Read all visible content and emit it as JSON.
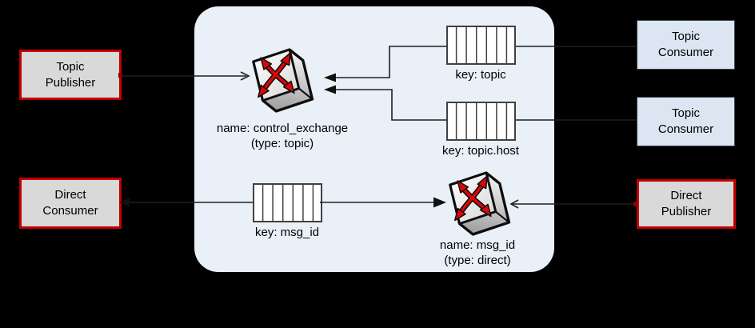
{
  "colors": {
    "background": "#000000",
    "broker_fill": "#e9f0f8",
    "consumer_fill": "#dce6f2",
    "publisher_consumer_fill": "#d9d9d9",
    "red_border": "#c00000",
    "exchange_arrow_red": "#e00505",
    "line": "#1f1f1f",
    "queue_border": "#404040"
  },
  "left_column": {
    "topic_publisher": {
      "line1": "Topic",
      "line2": "Publisher"
    },
    "direct_consumer": {
      "line1": "Direct",
      "line2": "Consumer"
    }
  },
  "right_column": {
    "topic_consumer_1": {
      "line1": "Topic",
      "line2": "Consumer"
    },
    "topic_consumer_2": {
      "line1": "Topic",
      "line2": "Consumer"
    },
    "direct_publisher": {
      "line1": "Direct",
      "line2": "Publisher"
    }
  },
  "broker": {
    "control_exchange": {
      "name": "name: control_exchange",
      "type": "(type: topic)"
    },
    "direct_exchange": {
      "name": "name: msg_id",
      "type": "(type: direct)"
    },
    "queues": {
      "topic": {
        "label": "key: topic"
      },
      "topic_host": {
        "label": "key: topic.host"
      },
      "msg_id": {
        "label": "key: msg_id"
      }
    }
  }
}
